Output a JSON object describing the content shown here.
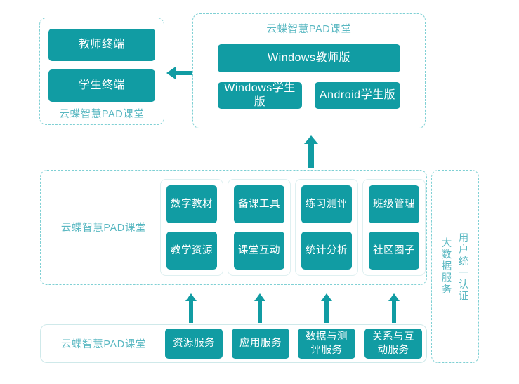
{
  "diagram": {
    "accent_color": "#119ca3",
    "caption_color": "#5ab8c2",
    "dash_border_color": "#7fd0d4",
    "terminal_panel": {
      "caption": "云蝶智慧PAD课堂",
      "tiles": [
        {
          "label": "教师终端"
        },
        {
          "label": "学生终端"
        }
      ]
    },
    "client_panel": {
      "caption": "云蝶智慧PAD课堂",
      "tiles": [
        {
          "label": "Windows教师版"
        },
        {
          "label": "Windows学生版"
        },
        {
          "label": "Android学生版"
        }
      ]
    },
    "platform_panel": {
      "caption": "云蝶智慧PAD课堂",
      "groups": [
        {
          "tiles": [
            {
              "label": "数字教材"
            },
            {
              "label": "教学资源"
            }
          ]
        },
        {
          "tiles": [
            {
              "label": "备课工具"
            },
            {
              "label": "课堂互动"
            }
          ]
        },
        {
          "tiles": [
            {
              "label": "练习测评"
            },
            {
              "label": "统计分析"
            }
          ]
        },
        {
          "tiles": [
            {
              "label": "班级管理"
            },
            {
              "label": "社区圈子"
            }
          ]
        }
      ]
    },
    "service_panel": {
      "caption": "云蝶智慧PAD课堂",
      "tiles": [
        {
          "label": "资源服务"
        },
        {
          "label": "应用服务"
        },
        {
          "label": "数据与测评服务"
        },
        {
          "label": "关系与互动服务"
        }
      ]
    },
    "side_panel": {
      "captions": [
        {
          "label": "大数据服务"
        },
        {
          "label": "用户统一认证"
        }
      ]
    },
    "arrows": [
      {
        "name": "client-to-terminal",
        "direction": "left"
      },
      {
        "name": "platform-to-client",
        "direction": "up"
      },
      {
        "name": "service-to-resource",
        "direction": "up"
      },
      {
        "name": "service-to-application",
        "direction": "up"
      },
      {
        "name": "service-to-data",
        "direction": "up"
      },
      {
        "name": "service-to-relation",
        "direction": "up"
      }
    ]
  }
}
